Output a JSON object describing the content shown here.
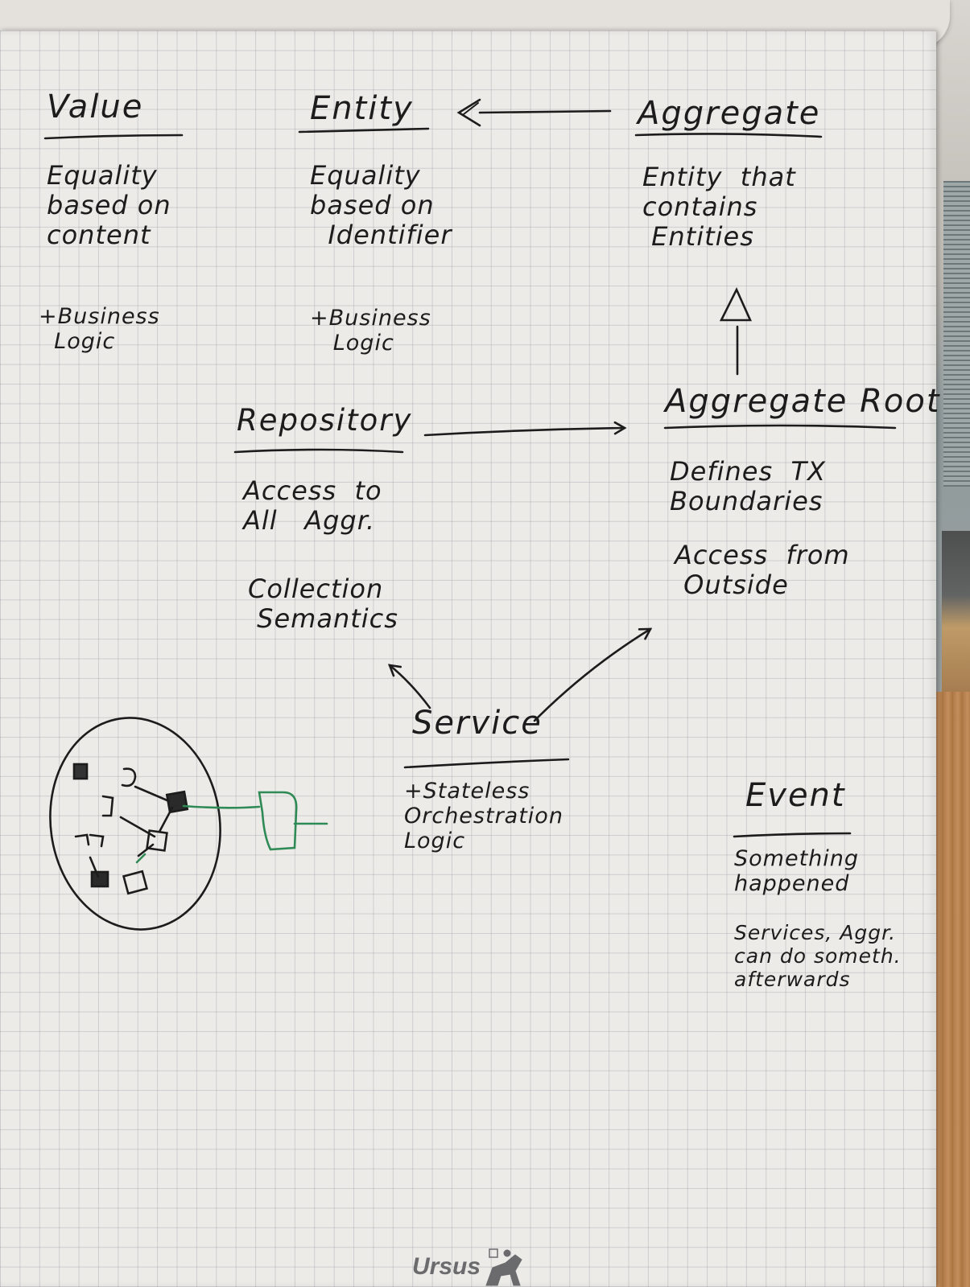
{
  "value": {
    "title": "Value",
    "desc": "Equality\nbased on\ncontent",
    "extra": "+Business\n  Logic"
  },
  "entity": {
    "title": "Entity",
    "desc": "Equality\nbased on\n  Identifier",
    "extra": "+Business\n   Logic"
  },
  "aggregate": {
    "title": "Aggregate",
    "desc": "Entity  that\ncontains\n Entities"
  },
  "aggregate_root": {
    "title": "Aggregate Root",
    "desc1": "Defines  TX\nBoundaries",
    "desc2": "Access  from\n Outside"
  },
  "repository": {
    "title": "Repository",
    "desc1": "Access  to\nAll   Aggr.",
    "desc2": "Collection\n Semantics"
  },
  "service": {
    "title": "Service",
    "desc": "+Stateless\nOrchestration\nLogic"
  },
  "event": {
    "title": "Event",
    "desc1": "Something\nhappened",
    "desc2": "Services, Aggr.\ncan do someth.\nafterwards"
  },
  "footer": {
    "brand": "Ursus"
  },
  "colors": {
    "ink": "#1c1c1c",
    "green_marker": "#2f8a56",
    "paper": "#ecebe8",
    "grid": "#b6b6bc"
  }
}
